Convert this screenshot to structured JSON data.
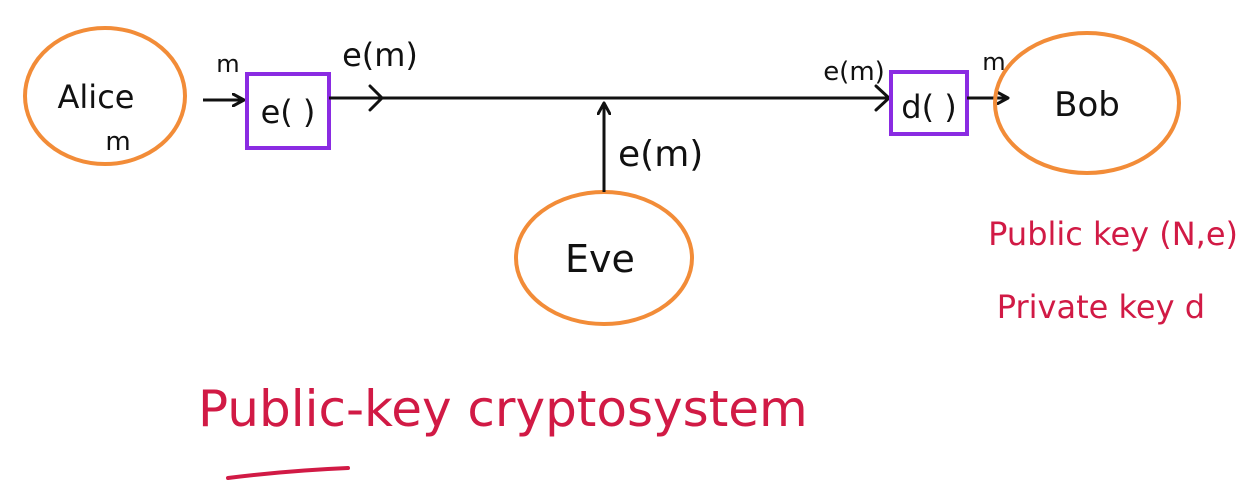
{
  "colors": {
    "node_outline": "#f28c38",
    "box_outline": "#8a2be2",
    "ink": "#111111",
    "accent": "#d11a45"
  },
  "nodes": {
    "alice": {
      "name": "Alice",
      "sub": "m"
    },
    "bob": {
      "name": "Bob"
    },
    "eve": {
      "name": "Eve"
    }
  },
  "functions": {
    "encrypt": "e( )",
    "decrypt": "d( )"
  },
  "edge_labels": {
    "alice_to_e": "m",
    "e_out": "e(m)",
    "to_d": "e(m)",
    "d_to_bob": "m",
    "eve_tap": "e(m)"
  },
  "bob_keys": {
    "public": "Public key (N,e)",
    "private": "Private key d"
  },
  "title": "Public-key cryptosystem"
}
